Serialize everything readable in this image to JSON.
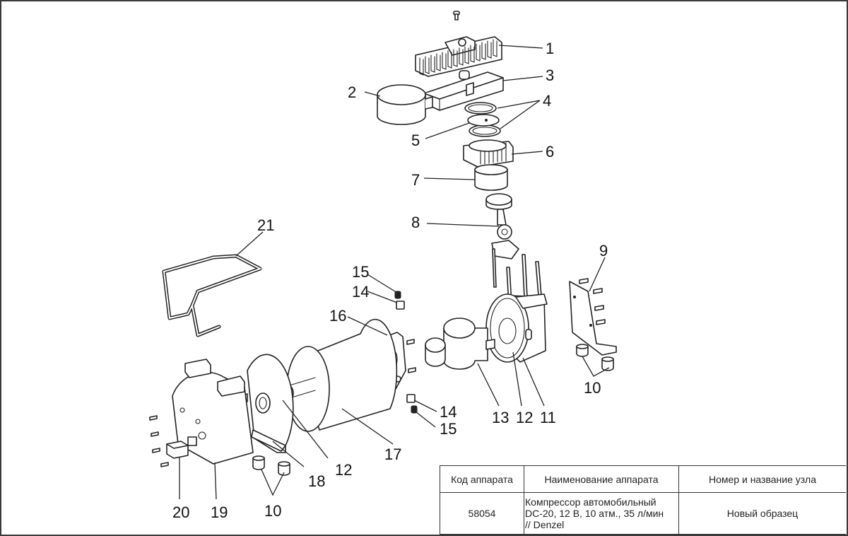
{
  "diagram": {
    "title": "Exploded parts diagram — car air compressor",
    "callouts": [
      {
        "id": "1",
        "label": "1",
        "part": "cylinder-head-cooling-fins"
      },
      {
        "id": "2",
        "label": "2",
        "part": "air-filter"
      },
      {
        "id": "3",
        "label": "3",
        "part": "valve-plate-manifold"
      },
      {
        "id": "4",
        "label": "4",
        "part": "sealing-rings"
      },
      {
        "id": "5",
        "label": "5",
        "part": "valve-disc"
      },
      {
        "id": "6",
        "label": "6",
        "part": "cylinder"
      },
      {
        "id": "7",
        "label": "7",
        "part": "piston-sleeve"
      },
      {
        "id": "8",
        "label": "8",
        "part": "connecting-rod-piston"
      },
      {
        "id": "9",
        "label": "9",
        "part": "mounting-bracket"
      },
      {
        "id": "10a",
        "label": "10",
        "part": "rubber-feet-right"
      },
      {
        "id": "10b",
        "label": "10",
        "part": "rubber-feet-left"
      },
      {
        "id": "11",
        "label": "11",
        "part": "crankcase"
      },
      {
        "id": "12a",
        "label": "12",
        "part": "bearing-right"
      },
      {
        "id": "12b",
        "label": "12",
        "part": "bearing-left"
      },
      {
        "id": "13",
        "label": "13",
        "part": "fan-counterweight"
      },
      {
        "id": "14a",
        "label": "14",
        "part": "carbon-brush-top"
      },
      {
        "id": "15a",
        "label": "15",
        "part": "brush-spring-top"
      },
      {
        "id": "14b",
        "label": "14",
        "part": "carbon-brush-bottom"
      },
      {
        "id": "15b",
        "label": "15",
        "part": "brush-spring-bottom"
      },
      {
        "id": "16",
        "label": "16",
        "part": "brush-holder-plate"
      },
      {
        "id": "17",
        "label": "17",
        "part": "motor-housing"
      },
      {
        "id": "18",
        "label": "18",
        "part": "motor-end-bracket"
      },
      {
        "id": "19",
        "label": "19",
        "part": "front-cover"
      },
      {
        "id": "20",
        "label": "20",
        "part": "power-switch"
      },
      {
        "id": "21",
        "label": "21",
        "part": "carry-handle"
      }
    ]
  },
  "titleblock": {
    "headers": [
      "Код аппарата",
      "Наименование аппарата",
      "Номер и название узла"
    ],
    "row": {
      "code": "58054",
      "name_lines": [
        "Компрессор автомобильный",
        "DC-20, 12 В, 10 атм., 35 л/мин",
        "// Denzel"
      ],
      "assembly": "Новый образец"
    }
  }
}
